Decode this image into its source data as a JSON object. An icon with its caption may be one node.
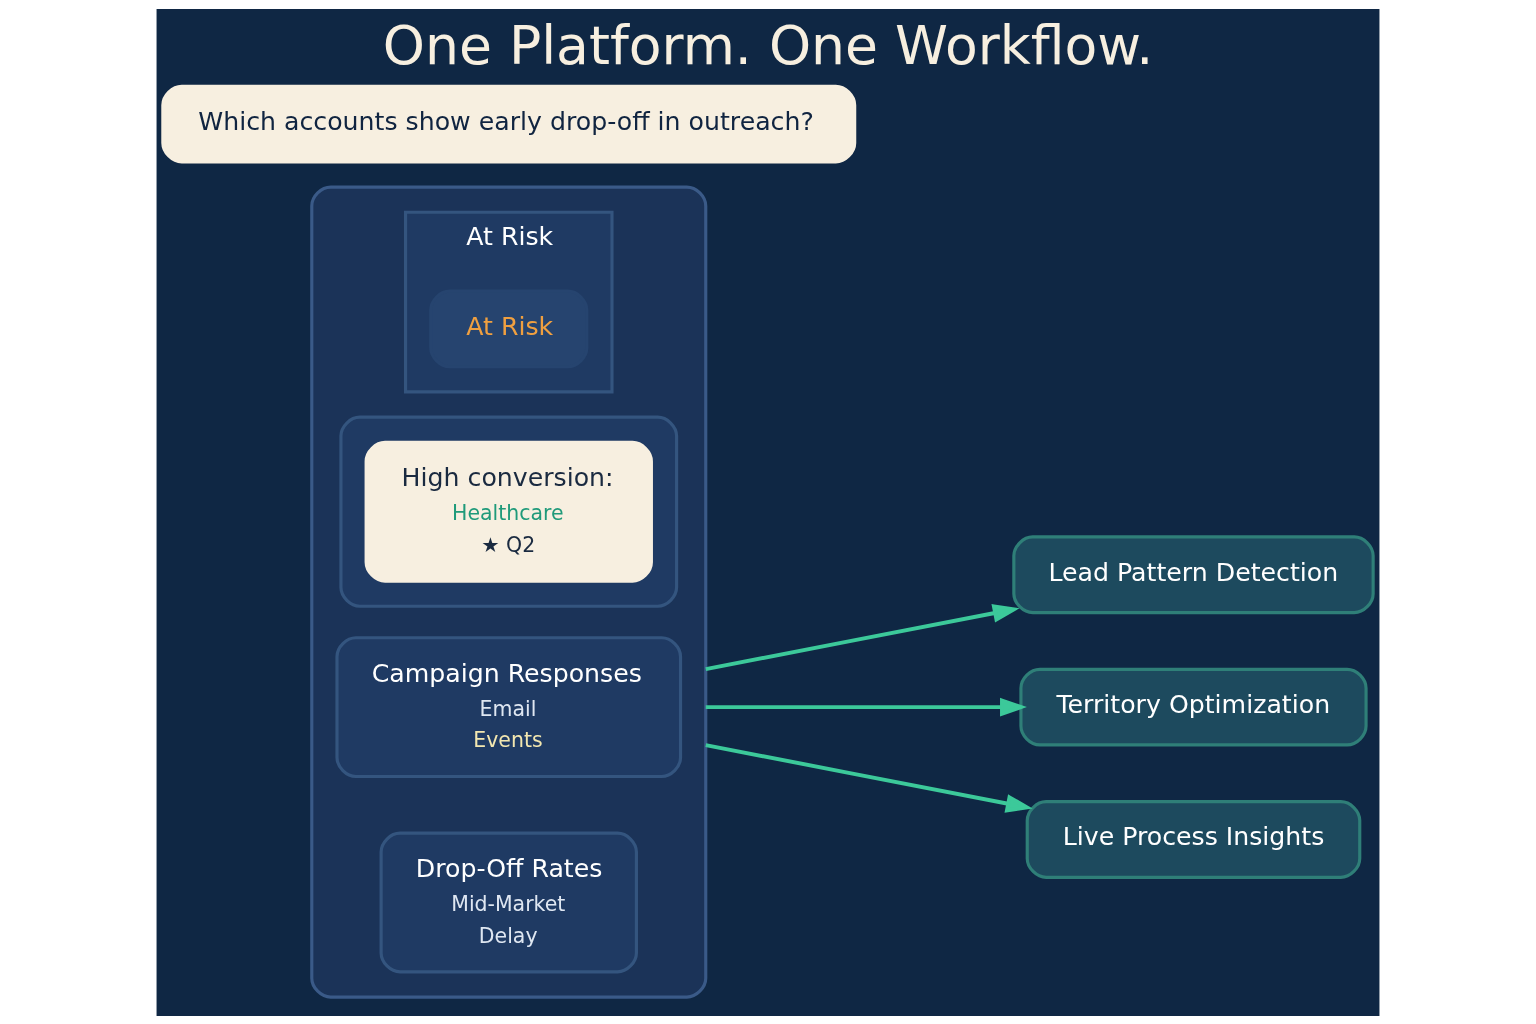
{
  "diagram": {
    "title": "One Platform. One Workflow.",
    "nodes": [
      {
        "text": [],
        "shape": "box"
      },
      {
        "text": [
          "Campaign Responses",
          "Email",
          "Events"
        ],
        "in": 0
      },
      {
        "text": [
          "Drop-Off Rates",
          "Mid-Market",
          "Delay"
        ],
        "in": 0
      },
      {
        "text": [
          "At Risk"
        ],
        "in": 0
      },
      {
        "text": [
          "At Risk"
        ],
        "in": 3
      },
      {
        "text": [],
        "shape": "box",
        "in": 0
      },
      {
        "text": [
          "High conversion:",
          "Healthcare",
          "★ Q2"
        ],
        "in": 5
      },
      {
        "text": [
          "Which accounts show early drop-off in outreach?"
        ]
      },
      {
        "text": [
          "Lead Pattern Detection"
        ]
      },
      {
        "text": [
          "Territory Optimization"
        ]
      },
      {
        "text": [
          "Live Process Insights"
        ]
      }
    ],
    "edges": [
      {
        "from": 0,
        "to": 8,
        "arrow": "to"
      },
      {
        "from": 0,
        "to": 9,
        "arrow": "to"
      },
      {
        "from": 0,
        "to": 10,
        "arrow": "to"
      }
    ]
  }
}
